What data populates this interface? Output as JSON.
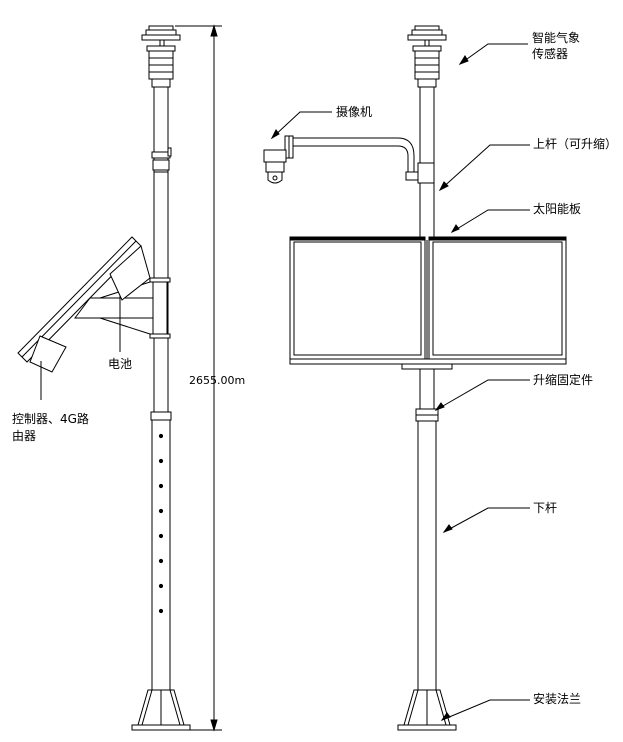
{
  "labels": {
    "weather_sensor_line1": "智能气象",
    "weather_sensor_line2": "传感器",
    "camera": "摄像机",
    "upper_pole": "上杆（可升缩）",
    "solar_panel": "太阳能板",
    "telescopic_fixture": "升缩固定件",
    "lower_pole": "下杆",
    "mounting_flange": "安装法兰",
    "battery": "电池",
    "controller_line1": "控制器、4G路",
    "controller_line2": "由器"
  },
  "dimension": {
    "height": "2655.00m"
  }
}
